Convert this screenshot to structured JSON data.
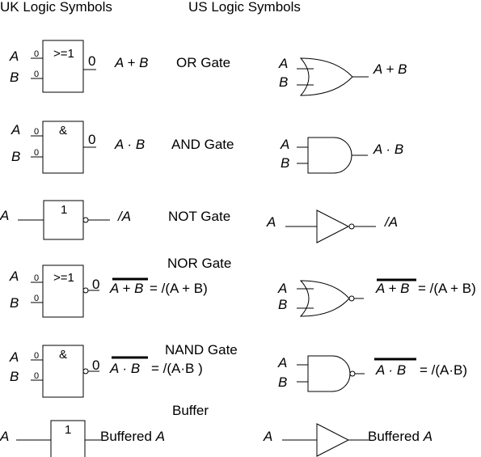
{
  "headers": {
    "uk": "UK Logic Symbols",
    "us": "US Logic Symbols"
  },
  "gates": {
    "or": {
      "title": "OR Gate",
      "uk_symbol": ">=1",
      "expr": "A + B",
      "us_expr": "A + B"
    },
    "and": {
      "title": "AND Gate",
      "uk_symbol": "&",
      "expr": "A · B",
      "us_expr": "A · B"
    },
    "not": {
      "title": "NOT Gate",
      "uk_symbol": "1",
      "expr": "/A",
      "us_expr": "/A"
    },
    "nor": {
      "title": "NOR Gate",
      "uk_symbol": ">=1",
      "expr_over": "A + B",
      "expr_rest": "= /(A + B)",
      "us_expr_over": "A + B",
      "us_expr_rest": "= /(A + B)"
    },
    "nand": {
      "title": "NAND Gate",
      "uk_symbol": "&",
      "expr_over": "A · B",
      "expr_rest": "=  /(A·B )",
      "us_expr_over": "A · B",
      "us_expr_rest": "= /(A·B)"
    },
    "buffer": {
      "title": "Buffer",
      "uk_symbol": "1",
      "expr": "Buffered A",
      "expr_prefix": "Buffered ",
      "expr_var": "A"
    }
  },
  "labels": {
    "a": "A",
    "b": "B",
    "zero": "0"
  }
}
